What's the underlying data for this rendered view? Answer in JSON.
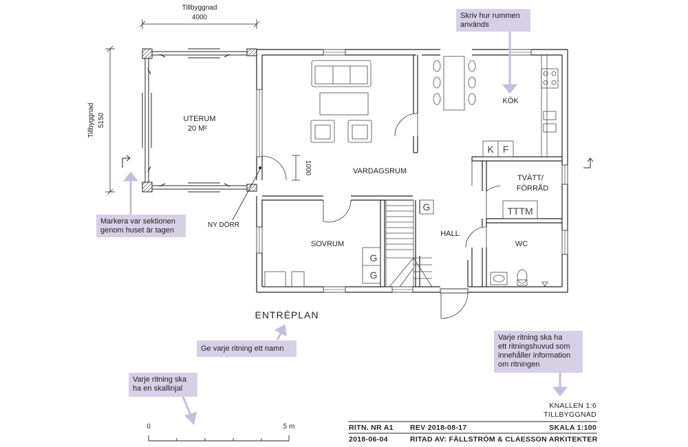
{
  "dimensions": {
    "top_label": "Tillbyggnad",
    "top_value": "4000",
    "left_label": "Tillbyggnad",
    "left_value": "5150",
    "door_width": "1000"
  },
  "rooms": {
    "uterum_name": "UTERUM",
    "uterum_area": "20 M²",
    "vardagsrum": "VARDAGSRUM",
    "kok": "KÖK",
    "tvatt_line1": "TVÄTT/",
    "tvatt_line2": "FÖRRÅD",
    "sovrum": "SOVRUM",
    "hall": "HALL",
    "wc": "WC"
  },
  "labels": {
    "ny_dorr": "NY DÖRR",
    "plan_title": "ENTRÉPLAN",
    "fridge": "K",
    "freezer": "F",
    "wardrobe_1": "G",
    "wardrobe_2": "G",
    "hall_wardrobe": "G",
    "laundry": "TTTM"
  },
  "callouts": {
    "room_usage": [
      "Skriv hur rummen",
      "används"
    ],
    "section": [
      "Markera var sektionen",
      "genom huset är tagen"
    ],
    "name": [
      "Ge varje ritning ett namn"
    ],
    "scale": [
      "Varje ritning ska",
      "ha en skallinjal"
    ],
    "title_block": [
      "Varje ritning ska ha",
      "ett ritningshuvud som",
      "innehåller information",
      "om ritningen"
    ]
  },
  "scale_bar": {
    "start": "0",
    "end": "5 m"
  },
  "title_block": {
    "project_line1": "KNALLEN 1:6",
    "project_line2": "TILLBYGGNAD",
    "drawing_no": "RITN. NR A1",
    "revision": "REV 2018-08-17",
    "scale": "SKALA 1:100",
    "date": "2018-06-04",
    "drawn_by": "RITAD AV: FÄLLSTRÖM & CLAESSON ARKITEKTER"
  },
  "colors": {
    "callout_bg": "#d6d0e6",
    "arrow": "#c6bcde",
    "wall": "#222222"
  }
}
